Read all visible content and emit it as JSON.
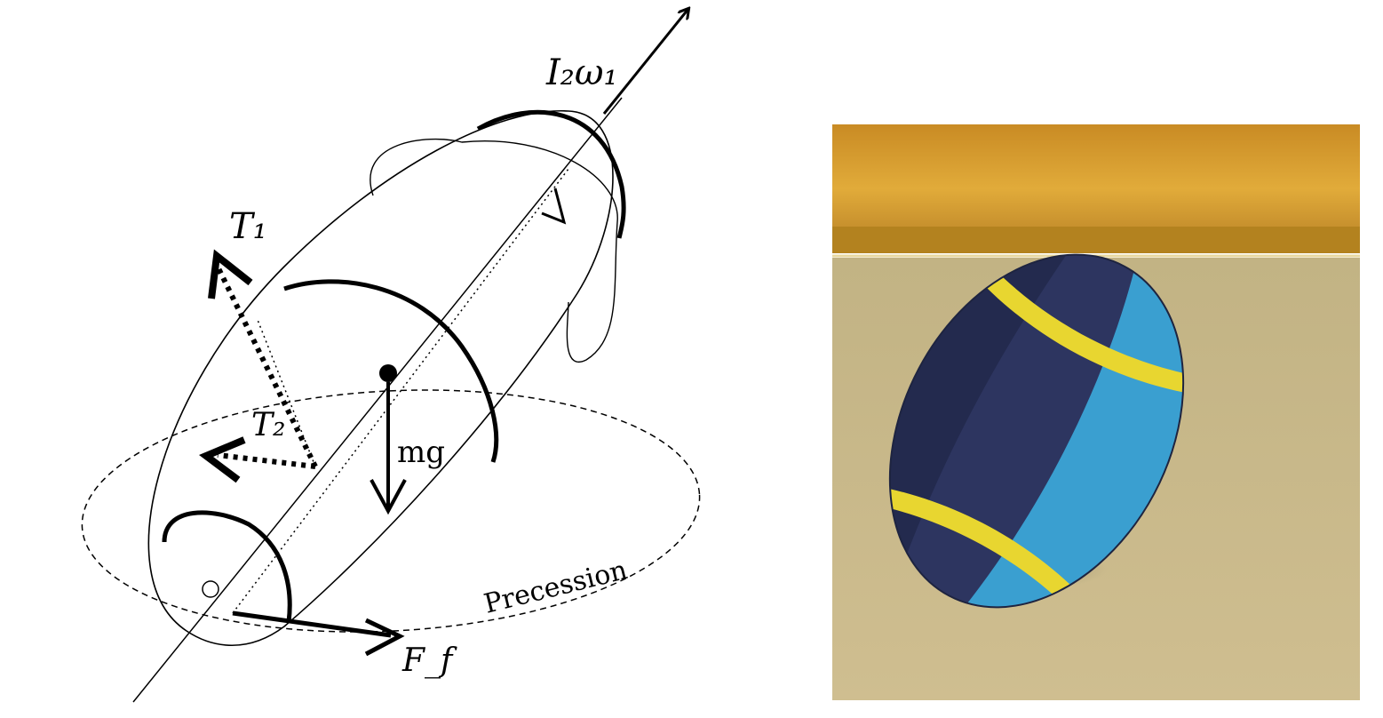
{
  "diagram": {
    "labels": {
      "angular_momentum": "I₂ω₁",
      "torque_1": "T₁",
      "torque_2": "T₂",
      "weight": "mg",
      "friction": "F_f",
      "precession": "Precession"
    }
  },
  "photo": {
    "colors": {
      "wood": "#d49a2c",
      "table": "#c9b78a",
      "ball_dark": "#2d3560",
      "ball_light": "#3a9fd0",
      "stripe": "#e8d630"
    }
  }
}
